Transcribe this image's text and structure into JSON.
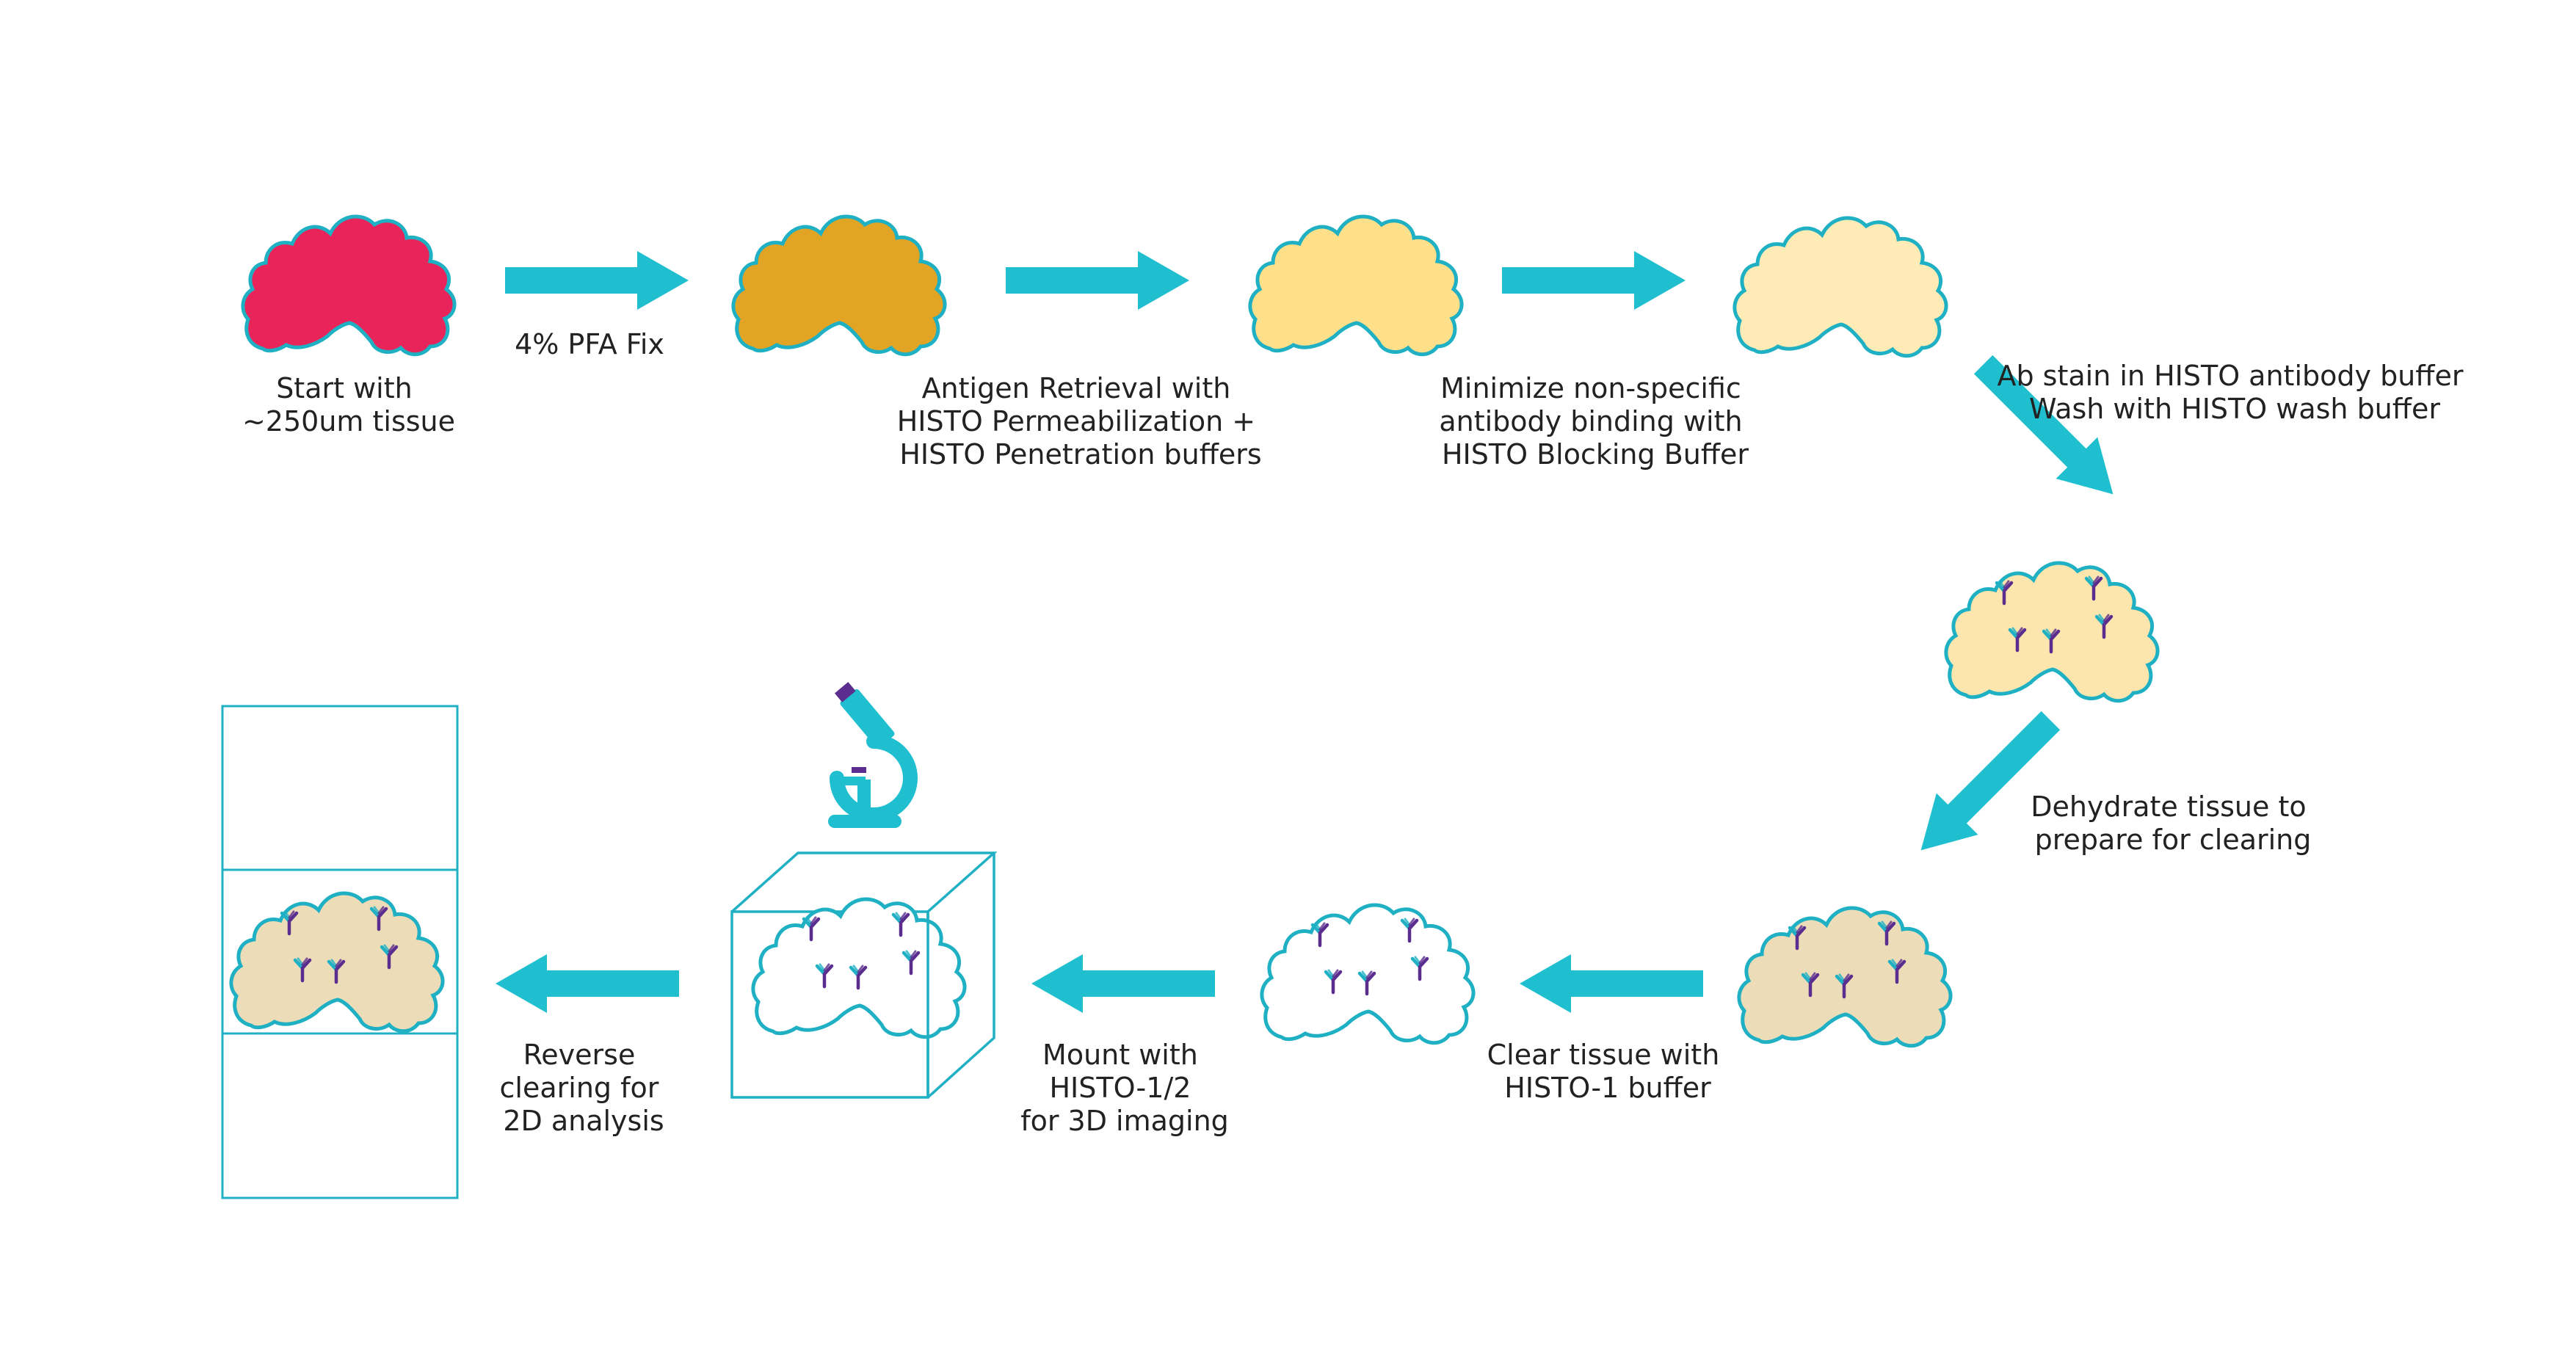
{
  "colors": {
    "arrow": "#1fbfcf",
    "outline": "#1fb0c4",
    "antibody_purple": "#5b2d8e",
    "antibody_teal": "#1fb0c4",
    "fill_fresh": "#e8245a",
    "fill_fixed": "#e2a424",
    "fill_retrieved": "#fedf8a",
    "fill_blocked": "#feebb5",
    "fill_stained": "#fde6ad",
    "fill_dehydrated": "#eddcb8",
    "fill_cleared": "#ffffff",
    "fill_slide_tissue": "#eddcb8"
  },
  "steps": {
    "start": {
      "line1": "Start with",
      "line2": "~250um tissue"
    },
    "fix": {
      "line1": "4% PFA Fix"
    },
    "retrieval": {
      "line1": "Antigen Retrieval with",
      "line2": "HISTO Permeabilization +",
      "line3": "HISTO Penetration buffers"
    },
    "blocking": {
      "line1": "Minimize non-specific",
      "line2": "antibody binding with",
      "line3": "HISTO Blocking Buffer"
    },
    "stain": {
      "line1": "Ab stain in HISTO antibody buffer",
      "line2": "Wash with HISTO wash buffer"
    },
    "dehydrate": {
      "line1": "Dehydrate tissue to",
      "line2": "prepare for clearing"
    },
    "clear": {
      "line1": "Clear tissue with",
      "line2": "HISTO-1 buffer"
    },
    "mount": {
      "line1": "Mount with",
      "line2": "HISTO-1/2",
      "line3": "for 3D imaging"
    },
    "reverse": {
      "line1": "Reverse",
      "line2": "clearing for",
      "line3": "2D analysis"
    }
  },
  "icons": [
    "tissue-icon",
    "arrow-icon",
    "antibody-icon",
    "microscope-icon",
    "imaging-cube-icon",
    "slide-icon"
  ]
}
